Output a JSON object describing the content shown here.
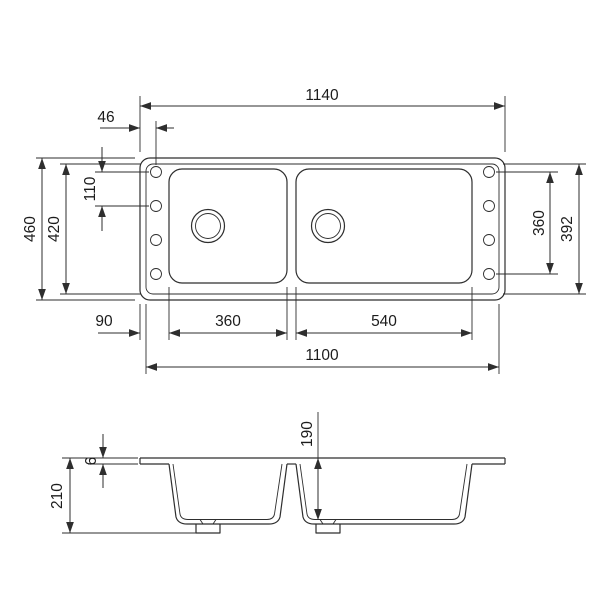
{
  "dims": {
    "top_view": {
      "overall_width": "1140",
      "hole_edge_offset": "46",
      "hole_spacing": "110",
      "overall_depth": "460",
      "inner_depth": "420",
      "hole_span": "360",
      "right_inner_depth": "392",
      "left_margin": "90",
      "left_bowl_width": "360",
      "right_bowl_width": "540",
      "inner_width": "1100"
    },
    "front_view": {
      "bowl_depth": "190",
      "rim_thickness": "6",
      "overall_height": "210"
    }
  }
}
